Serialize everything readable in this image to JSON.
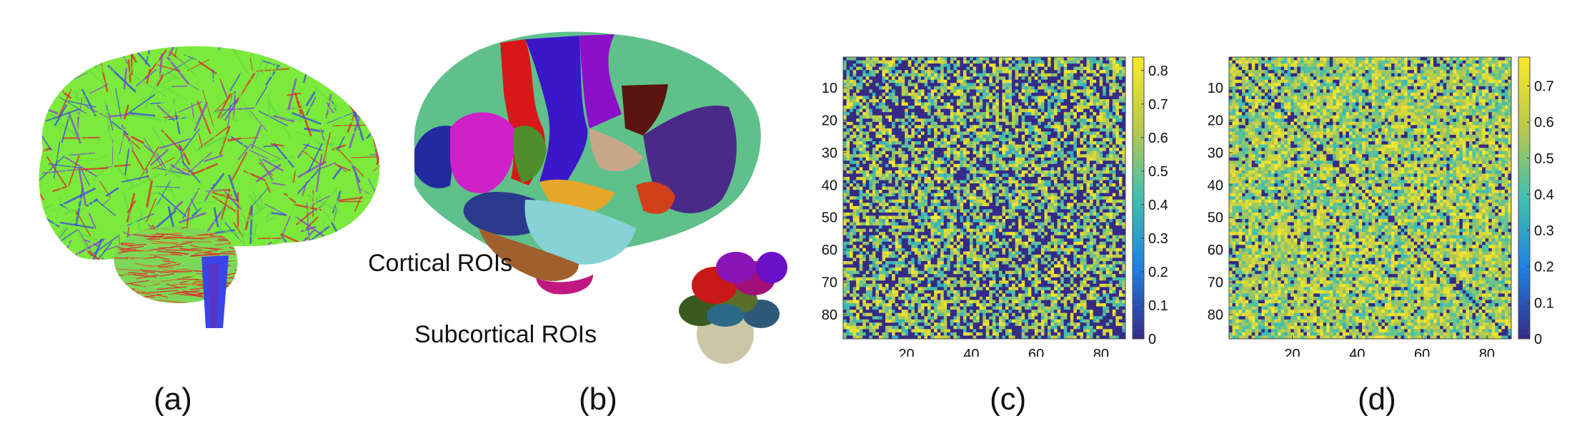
{
  "captions": [
    "(a)",
    "(b)",
    "(c)",
    "(d)"
  ],
  "roi_labels": {
    "cortical": "Cortical ROIs",
    "subcortical": "Subcortical ROIs"
  },
  "colors": {
    "tract_green": "#7bea3c",
    "tract_red": "#e0262a",
    "tract_blue": "#3a44e8",
    "cmap_low": "#3b2fb8",
    "cmap_mid": "#3fc0b0",
    "cmap_high": "#f6df36"
  },
  "chart_data": [
    {
      "type": "heatmap",
      "panel": "(c)",
      "size": 87,
      "x_ticks": [
        20,
        40,
        60,
        80
      ],
      "y_ticks": [
        10,
        20,
        30,
        40,
        50,
        60,
        70,
        80
      ],
      "colorbar": {
        "min": 0,
        "max": 0.84,
        "ticks": [
          0,
          0.1,
          0.2,
          0.3,
          0.4,
          0.5,
          0.6,
          0.7,
          0.8
        ]
      },
      "diagonal": 0,
      "zero_fraction": 0.38
    },
    {
      "type": "heatmap",
      "panel": "(d)",
      "size": 87,
      "x_ticks": [
        20,
        40,
        60,
        80
      ],
      "y_ticks": [
        10,
        20,
        30,
        40,
        50,
        60,
        70,
        80
      ],
      "colorbar": {
        "min": 0,
        "max": 0.78,
        "ticks": [
          0,
          0.1,
          0.2,
          0.3,
          0.4,
          0.5,
          0.6,
          0.7
        ]
      },
      "diagonal": 0,
      "zero_fraction": 0.12
    }
  ]
}
